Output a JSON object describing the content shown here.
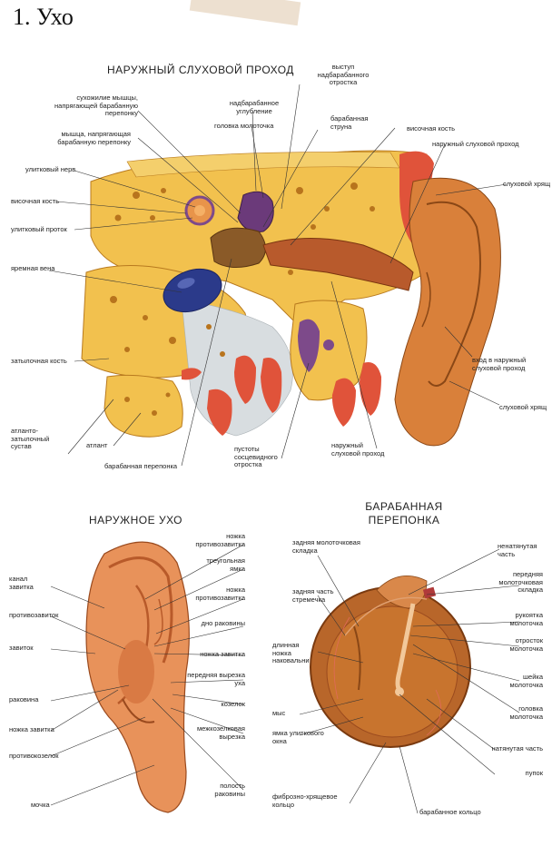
{
  "page_title": "1.  Ухо",
  "sections": {
    "canal": "НАРУЖНЫЙ СЛУХОВОЙ ПРОХОД",
    "outer_ear": "НАРУЖНОЕ УХО",
    "drum": "БАРАБАННАЯ ПЕРЕПОНКА"
  },
  "canal_labels": {
    "l_tendon": "сухожилие мышцы, напрягающей барабанную перепонку",
    "l_tensor": "мышца, напрягающая барабанную перепонку",
    "l_cochlear_nerve": "улитковый нерв",
    "l_temporal_bone_left": "височная кость",
    "l_cochlear_duct": "улитковый проток",
    "l_jugular_vein": "яремная вена",
    "l_occipital_bone": "затылочная кость",
    "l_atlanto_joint": "атланто-затылочный сустав",
    "l_atlas": "атлант",
    "l_tympanic_membrane": "барабанная перепонка",
    "l_epitympanic_recess": "надбарабанное углубление",
    "l_malleus_head": "головка молоточка",
    "l_suprameatal_spine": "выступ надбарабанного отростка",
    "l_chorda_tympani": "барабанная струна",
    "l_temporal_bone_right": "височная кость",
    "l_external_meatus_top": "наружный слуховой проход",
    "l_cartilage_top": "слуховой хрящ",
    "l_meatus_entrance": "вход в наружный слуховой проход",
    "l_cartilage_bottom": "слуховой хрящ",
    "l_external_meatus_bottom": "наружный слуховой проход",
    "l_mastoid_cells": "пустоты сосцевидного отростка"
  },
  "outer_ear_labels": {
    "l_antihelix_crus": "ножка противозавитка",
    "l_triangular_fossa": "треугольная ямка",
    "l_antihelix_crura": "ножка противозавитка",
    "l_concha_floor": "дно раковины",
    "l_helix_crus_right": "ножка завитка",
    "l_anterior_notch": "передняя вырезка уха",
    "l_tragus": "козелок",
    "l_intertragic_notch": "межкозелковая вырезка",
    "l_concha_cavity": "полость раковины",
    "l_helix_canal": "канал завитка",
    "l_antihelix": "противозавиток",
    "l_helix": "завиток",
    "l_concha": "раковина",
    "l_helix_crus_left": "ножка завитка",
    "l_antitragus": "противокозелок",
    "l_lobule": "мочка"
  },
  "drum_labels": {
    "l_posterior_fold": "задняя молоточковая складка",
    "l_pars_flaccida": "ненатянутая часть",
    "l_stapes_crus": "задняя часть стремечка",
    "l_anterior_fold": "передняя молоточковая складка",
    "l_manubrium": "рукоятка молоточка",
    "l_long_process_incus": "длинная ножка наковальни",
    "l_lateral_process": "отросток молоточка",
    "l_malleus_neck": "шейка молоточка",
    "l_malleus_head": "головка молоточка",
    "l_promontory": "мыс",
    "l_round_window": "ямка улиткового окна",
    "l_pars_tensa": "натянутая часть",
    "l_umbo": "пупок",
    "l_annulus": "фиброзно-хрящевое кольцо",
    "l_tympanic_ring": "барабанное кольцо"
  },
  "colors": {
    "bone": "#f2c14e",
    "bone_dark": "#b87a1f",
    "cartilage": "#d9803a",
    "skin": "#e8925a",
    "muscle": "#e0533a",
    "vein": "#2b3a8a",
    "membrane": "#c8742e"
  }
}
